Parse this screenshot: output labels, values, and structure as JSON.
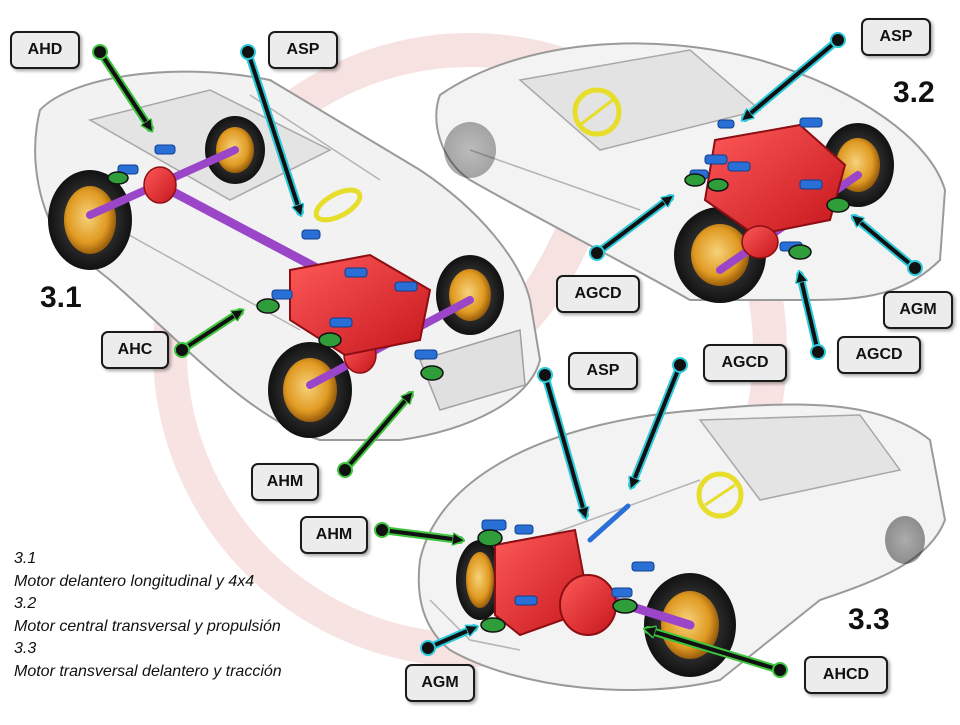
{
  "figures": {
    "fig31": "3.1",
    "fig32": "3.2",
    "fig33": "3.3"
  },
  "labels": {
    "ahd": "AHD",
    "asp_1": "ASP",
    "ahc": "AHC",
    "ahm_1": "AHM",
    "asp_2": "ASP",
    "agcd_1": "AGCD",
    "agm_1": "AGM",
    "agcd_2": "AGCD",
    "asp_3": "ASP",
    "agcd_3": "AGCD",
    "ahm_2": "AHM",
    "agm_2": "AGM",
    "ahcd": "AHCD"
  },
  "legend": [
    {
      "num": "3.1",
      "text": "Motor delantero longitudinal y 4x4"
    },
    {
      "num": "3.2",
      "text": "Motor central transversal y propulsión"
    },
    {
      "num": "3.3",
      "text": "Motor transversal delantero y tracción"
    }
  ],
  "colors": {
    "engine": "#e01e24",
    "shaft": "#9b45c9",
    "mount": "#2a6fd6",
    "wheel": "#e3a02a",
    "arrow_green": "#3ec43e",
    "arrow_cyan": "#2bc9d9",
    "steering": "#e6de2a"
  }
}
